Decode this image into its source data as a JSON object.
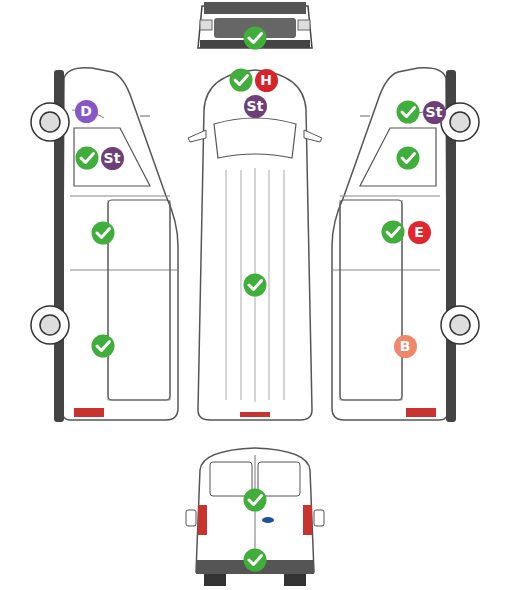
{
  "diagram": {
    "nodes": [
      {
        "text": [
          "H"
        ]
      },
      {
        "text": [
          "St"
        ]
      },
      {
        "text": [
          "D"
        ]
      },
      {
        "text": [
          "St"
        ]
      },
      {
        "text": [
          "St"
        ]
      },
      {
        "text": [
          "E"
        ]
      },
      {
        "text": [
          "B"
        ]
      }
    ]
  }
}
